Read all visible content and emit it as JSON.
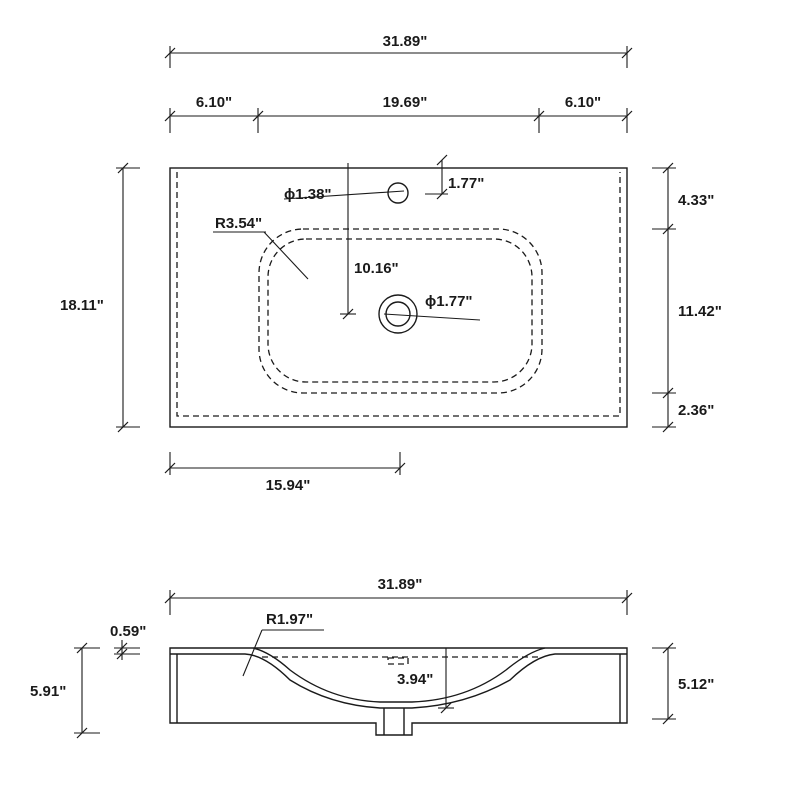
{
  "top_view": {
    "overall_width": "31.89\"",
    "left_margin": "6.10\"",
    "bowl_width": "19.69\"",
    "right_margin": "6.10\"",
    "overall_depth": "18.11\"",
    "back_margin": "4.33\"",
    "bowl_depth": "11.42\"",
    "front_margin": "2.36\"",
    "faucet_offset": "1.77\"",
    "faucet_hole_diameter": "ϕ1.38\"",
    "bowl_corner_radius": "R3.54\"",
    "faucet_to_drain": "10.16\"",
    "drain_diameter": "ϕ1.77\"",
    "center_to_side": "15.94\""
  },
  "front_view": {
    "overall_width": "31.89\"",
    "deck_thickness": "0.59\"",
    "overall_height": "5.91\"",
    "edge_radius": "R1.97\"",
    "bowl_depth": "3.94\"",
    "body_height": "5.12\""
  }
}
